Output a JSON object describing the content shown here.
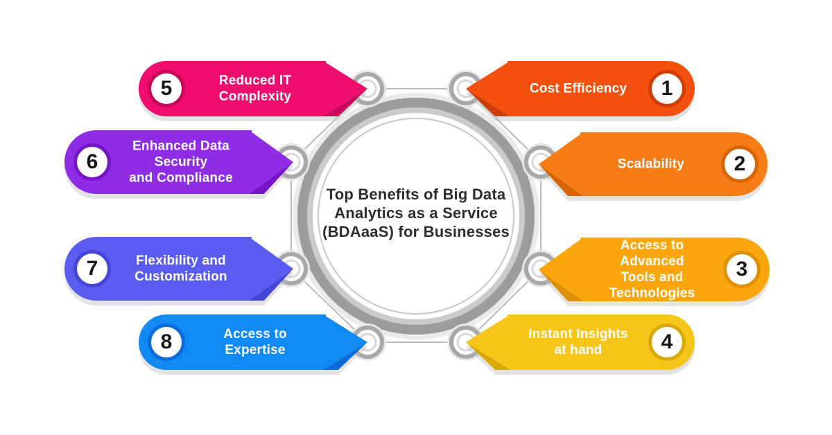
{
  "center": {
    "title_lines": [
      "Top Benefits of Big Data",
      "Analytics as a Service",
      "(BDAaaS) for Businesses"
    ]
  },
  "banners": [
    {
      "number": "1",
      "label": "Cost Efficiency",
      "color": "#F4510E",
      "dark": "#CE3D03",
      "side": "right"
    },
    {
      "number": "2",
      "label": "Scalability",
      "color": "#F67D15",
      "dark": "#D66506",
      "side": "right"
    },
    {
      "number": "3",
      "label": "Access to Advanced\nTools and\nTechnologies",
      "color": "#F9A70D",
      "dark": "#DE8F03",
      "side": "right"
    },
    {
      "number": "4",
      "label": "Instant Insights\nat hand",
      "color": "#F5C51A",
      "dark": "#D9A90A",
      "side": "right"
    },
    {
      "number": "5",
      "label": "Reduced IT\nComplexity",
      "color": "#EF0E6D",
      "dark": "#C9075A",
      "side": "left"
    },
    {
      "number": "6",
      "label": "Enhanced Data\nSecurity\nand Compliance",
      "color": "#8F2CE6",
      "dark": "#7615C8",
      "side": "left"
    },
    {
      "number": "7",
      "label": "Flexibility and\nCustomization",
      "color": "#5A5DF0",
      "dark": "#4446D8",
      "side": "left"
    },
    {
      "number": "8",
      "label": "Access to Expertise",
      "color": "#1189F2",
      "dark": "#0A6CD6",
      "side": "left"
    }
  ]
}
